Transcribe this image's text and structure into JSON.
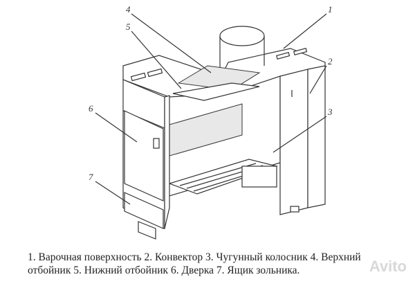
{
  "labels": [
    "1",
    "2",
    "3",
    "4",
    "5",
    "6",
    "7"
  ],
  "caption": {
    "line1": "1. Варочная поверхность 2. Конвектор 3. Чугунный колосник 4. Верхний",
    "line2": "отбойник 5. Нижний отбойник 6. Дверка 7. Ящик зольника."
  },
  "watermark": "Avito"
}
